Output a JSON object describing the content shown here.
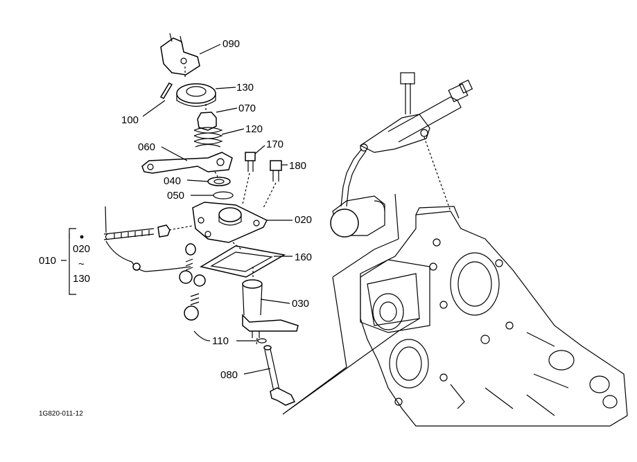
{
  "labels": {
    "p090": "090",
    "p130": "130",
    "p100": "100",
    "p070": "070",
    "p120": "120",
    "p060": "060",
    "p170": "170",
    "p180": "180",
    "p040": "040",
    "p050": "050",
    "p020": "020",
    "p160": "160",
    "p030": "030",
    "p110": "110",
    "p080": "080",
    "p010": "010",
    "group_from": "020",
    "group_tilde": "~",
    "group_to": "130"
  },
  "drawing_code": "1G820-011-12"
}
